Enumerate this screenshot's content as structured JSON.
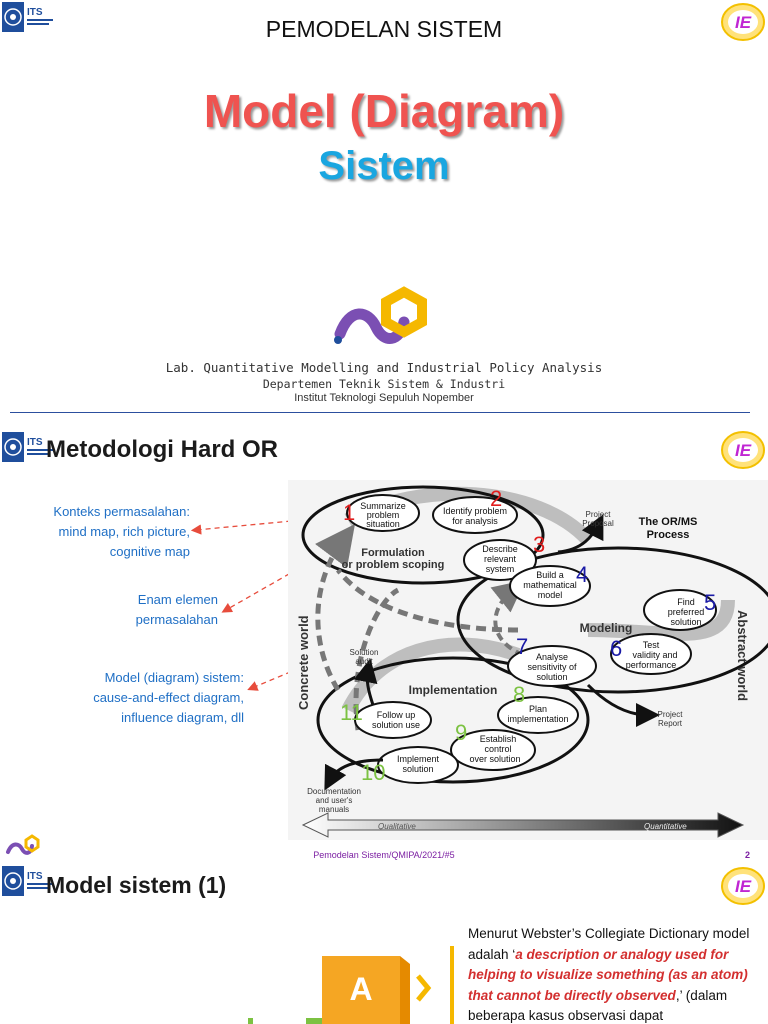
{
  "slide1": {
    "header_title": "PEMODELAN SISTEM",
    "title": "Model (Diagram)",
    "subtitle": "Sistem",
    "lab_name": "Lab. Quantitative Modelling and Industrial Policy Analysis",
    "department": "Departemen Teknik Sistem & Industri",
    "institute": "Institut Teknologi Sepuluh Nopember",
    "its_logo_text": "ITS",
    "ie_logo_text": "IE"
  },
  "slide2": {
    "title": "Metodologi Hard OR",
    "side_labels": [
      {
        "lines": [
          "Konteks permasalahan:",
          "mind map, rich picture,",
          "cognitive map"
        ]
      },
      {
        "lines": [
          "Enam elemen",
          "permasalahan"
        ]
      },
      {
        "lines": [
          "Model (diagram) sistem:",
          "cause-and-effect diagram,",
          "influence diagram, dll"
        ]
      }
    ],
    "diagram": {
      "heading": [
        "The OR/MS",
        "Process"
      ],
      "cycles": [
        "Formulation",
        "or problem scoping",
        "Modeling",
        "Implementation"
      ],
      "left_axis": "Concrete world",
      "right_axis": "Abstract world",
      "steps": [
        {
          "num": "1",
          "label": [
            "Summarize",
            "problem",
            "situation"
          ]
        },
        {
          "num": "2",
          "label": [
            "Identify problem",
            "for analysis"
          ]
        },
        {
          "num": "3",
          "label": [
            "Describe",
            "relevant",
            "system"
          ]
        },
        {
          "num": "4",
          "label": [
            "Build a",
            "mathematical",
            "model"
          ]
        },
        {
          "num": "5",
          "label": [
            "Find",
            "preferred",
            "solution"
          ]
        },
        {
          "num": "6",
          "label": [
            "Test",
            "validity and",
            "performance"
          ]
        },
        {
          "num": "7",
          "label": [
            "Analyse",
            "sensitivity of",
            "solution"
          ]
        },
        {
          "num": "8",
          "label": [
            "Plan",
            "implementation"
          ]
        },
        {
          "num": "9",
          "label": [
            "Establish",
            "control",
            "over solution"
          ]
        },
        {
          "num": "10",
          "label": [
            "Implement",
            "solution"
          ]
        },
        {
          "num": "11",
          "label": [
            "Follow up",
            "solution use"
          ]
        }
      ],
      "outputs": {
        "project_proposal": [
          "Project",
          "Proposal"
        ],
        "project_report": [
          "Project",
          "Report"
        ],
        "solution_audit": [
          "Solution",
          "audit"
        ],
        "documentation": [
          "Documentation",
          "and user's",
          "manuals"
        ]
      },
      "scale_left": "Qualitative",
      "scale_right": "Quantitative",
      "colors": {
        "red_num": "#e11d1d",
        "blue_num": "#1a1aa6",
        "green_num": "#7cc242"
      }
    },
    "footer": "Pemodelan Sistem/QMIPA/2021/#5",
    "page_number": "2"
  },
  "slide3": {
    "title": "Model sistem (1)",
    "badge_letter": "A",
    "definition_plain_1": "Menurut Webster’s Collegiate Dictionary model adalah ‘",
    "definition_emphasis": "a description or analogy used for helping to visualize something (as an atom) that cannot be directly observed",
    "definition_plain_2": ",’ (dalam beberapa kasus observasi dapat"
  }
}
